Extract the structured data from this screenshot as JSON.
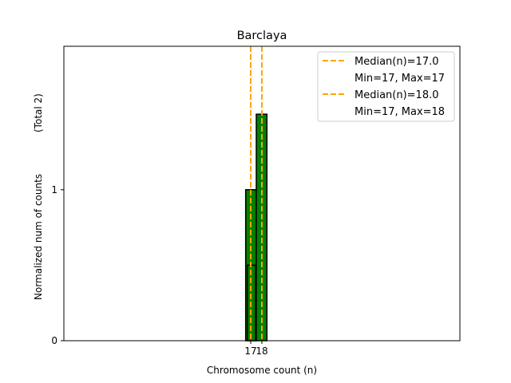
{
  "chart_data": {
    "type": "bar",
    "title": "Barclaya",
    "xlabel": "Chromosome count (n)",
    "ylabel": "Normalized num of counts",
    "ylabel_extra": "(Total 2)",
    "xlim": [
      0.3,
      35.7
    ],
    "ylim": [
      0,
      1.95
    ],
    "xticks": [
      17,
      18
    ],
    "xtick_labels": [
      "17",
      "18"
    ],
    "yticks": [
      0,
      1
    ],
    "ytick_labels": [
      "0",
      "1"
    ],
    "bars": [
      {
        "x0": 16.55,
        "x1": 17.5,
        "value": 1.0,
        "color": "#008000"
      },
      {
        "x0": 17.5,
        "x1": 18.45,
        "value": 1.5,
        "color": "#008000"
      },
      {
        "x0": 16.7,
        "x1": 17.43,
        "value": 0.5,
        "color": "#008000"
      }
    ],
    "baseline_extent": [
      0.3,
      20.4
    ],
    "medians": [
      {
        "x": 17.0,
        "label": "Median(n)=17.0",
        "sublabel": "Min=17, Max=17",
        "color": "#FFA500"
      },
      {
        "x": 18.0,
        "label": "Median(n)=18.0",
        "sublabel": "Min=17, Max=18",
        "color": "#FFA500"
      }
    ],
    "legend_position": "top-right",
    "grid": false
  }
}
